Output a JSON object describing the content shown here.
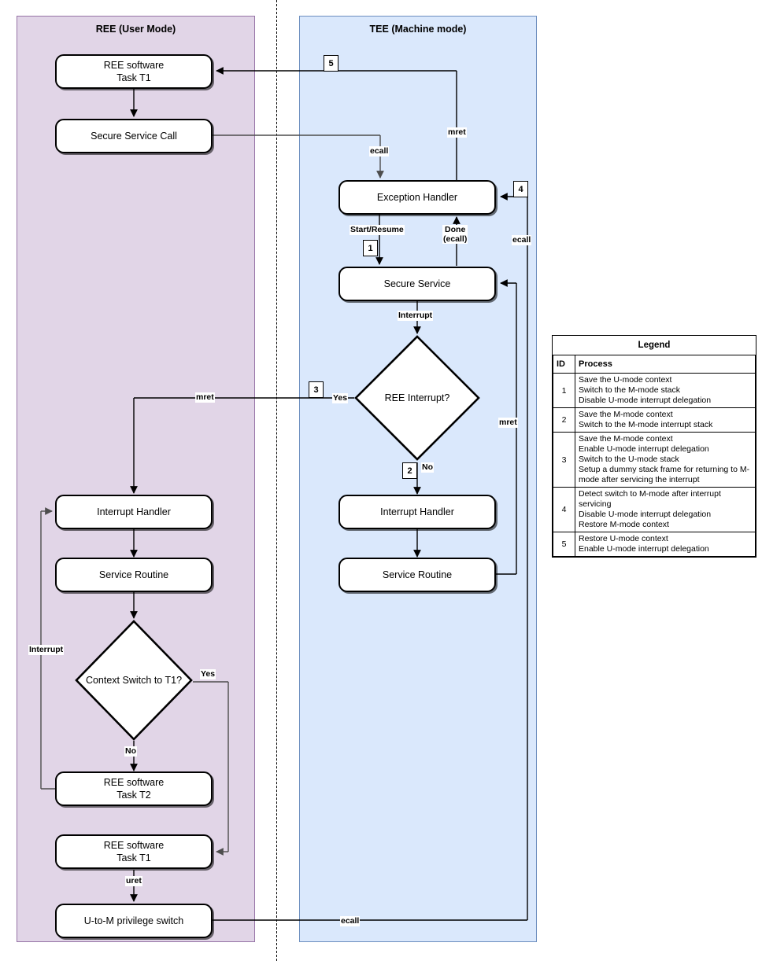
{
  "panels": {
    "ree": {
      "title_line1": "REE",
      "title_line2": "(User Mode)",
      "fill": "#e1d5e7",
      "stroke": "#9673a6"
    },
    "tee": {
      "title_line1": "TEE",
      "title_line2": "(Machine mode)",
      "fill": "#dae8fc",
      "stroke": "#6c8ebf"
    }
  },
  "nodes": {
    "ree_task_t1_top_l1": "REE software",
    "ree_task_t1_top_l2": "Task T1",
    "secure_service_call": "Secure Service Call",
    "ree_interrupt_handler": "Interrupt Handler",
    "ree_service_routine": "Service Routine",
    "context_switch_l1": "Context Switch",
    "context_switch_l2": "to T1?",
    "ree_task_t2_l1": "REE software",
    "ree_task_t2_l2": "Task T2",
    "ree_task_t1_bottom_l1": "REE software",
    "ree_task_t1_bottom_l2": "Task T1",
    "u_to_m_switch": "U-to-M privilege switch",
    "exception_handler": "Exception Handler",
    "secure_service": "Secure Service",
    "ree_interrupt_q": "REE Interrupt?",
    "tee_interrupt_handler": "Interrupt Handler",
    "tee_service_routine": "Service Routine"
  },
  "edge_labels": {
    "ecall_top": "ecall",
    "mret_top": "mret",
    "start_resume": "Start/Resume",
    "done_l1": "Done",
    "done_l2": "(ecall)",
    "ecall_right": "ecall",
    "interrupt_tee": "Interrupt",
    "yes_tee": "Yes",
    "no_tee": "No",
    "mret_left": "mret",
    "mret_right": "mret",
    "interrupt_ree": "Interrupt",
    "yes_ree": "Yes",
    "no_ree": "No",
    "uret": "uret",
    "ecall_bottom": "ecall"
  },
  "badges": {
    "b1": "1",
    "b2": "2",
    "b3": "3",
    "b4": "4",
    "b5": "5"
  },
  "legend": {
    "title": "Legend",
    "header_id": "ID",
    "header_process": "Process",
    "rows": [
      {
        "id": "1",
        "lines": [
          "Save the U-mode context",
          "Switch to the M-mode stack",
          "Disable U-mode interrupt delegation"
        ]
      },
      {
        "id": "2",
        "lines": [
          "Save the M-mode context",
          "Switch to the M-mode interrupt stack"
        ]
      },
      {
        "id": "3",
        "lines": [
          "Save the M-mode context",
          "Enable U-mode interrupt delegation",
          "Switch to the U-mode stack",
          "Setup a dummy stack frame for returning to M-mode after servicing the interrupt"
        ]
      },
      {
        "id": "4",
        "lines": [
          "Detect switch to M-mode after interrupt servicing",
          "Disable U-mode interrupt delegation",
          "Restore M-mode context"
        ]
      },
      {
        "id": "5",
        "lines": [
          "Restore U-mode context",
          "Enable U-mode interrupt delegation"
        ]
      }
    ]
  }
}
